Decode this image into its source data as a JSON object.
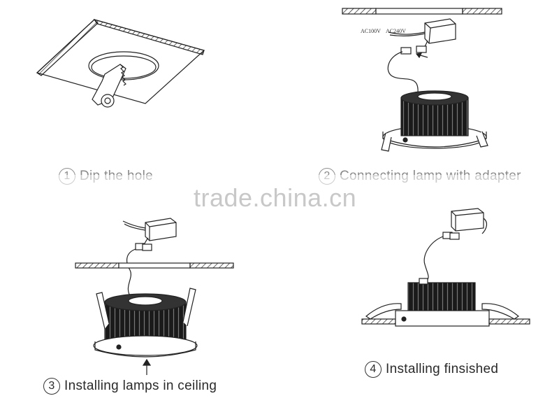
{
  "watermark": "trade.china.cn",
  "steps": [
    {
      "number": "1",
      "label": "Dip the hole"
    },
    {
      "number": "2",
      "label": "Connecting lamp with adapter"
    },
    {
      "number": "3",
      "label": "Installing lamps in ceiling"
    },
    {
      "number": "4",
      "label": "Installing finsished"
    }
  ],
  "adapter_labels": {
    "left": "AC100V",
    "right": "AC240V"
  },
  "colors": {
    "line": "#222222",
    "fin_dark": "#1a1a1a",
    "watermark": "#c8c8c8"
  }
}
